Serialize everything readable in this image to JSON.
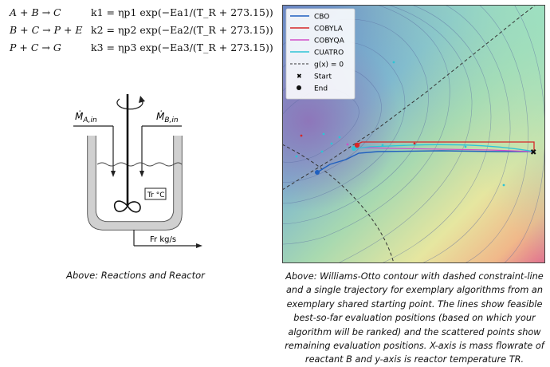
{
  "reactions": [
    {
      "equation": "A + B → C",
      "rate": "k1 = ηp1  exp(−Ea1/(T_R + 273.15))"
    },
    {
      "equation": "B + C → P + E",
      "rate": "k2 = ηp2  exp(−Ea2/(T_R + 273.15))"
    },
    {
      "equation": "P + C → G",
      "rate": "k3 = ηp3  exp(−Ea3/(T_R + 273.15))"
    }
  ],
  "reactor": {
    "inlet_a_label": "Ṁ",
    "inlet_a_sub": "A,in",
    "inlet_b_label": "Ṁ",
    "inlet_b_sub": "B,in",
    "temp_label": "Tr °C",
    "outlet_label": "Fr kg/s"
  },
  "left_caption": "Above: Reactions and Reactor",
  "legend": [
    {
      "label": "CBO",
      "color": "#1f5fbf",
      "style": "line"
    },
    {
      "label": "COBYLA",
      "color": "#d62728",
      "style": "line"
    },
    {
      "label": "COBYQA",
      "color": "#d050c8",
      "style": "line"
    },
    {
      "label": "CUATRO",
      "color": "#2ec4d6",
      "style": "line"
    },
    {
      "label": "g(x) = 0",
      "color": "#333333",
      "style": "dashed"
    },
    {
      "label": "Start",
      "color": "#111111",
      "style": "cross-marker"
    },
    {
      "label": "End",
      "color": "#111111",
      "style": "dot-marker"
    }
  ],
  "right_caption_lines": [
    "Above: Williams-Otto contour with dashed constraint-line",
    "and a single trajectory for exemplary algorithms from an",
    "exemplary shared starting point. The lines show feasible",
    "best-so-far evaluation positions (based on which your",
    "algorithm will be ranked) and the scattered points show",
    "remaining evaluation positions. X-axis is mass flowrate of",
    "reactant B and y-axis is reactor temperature TR."
  ]
}
